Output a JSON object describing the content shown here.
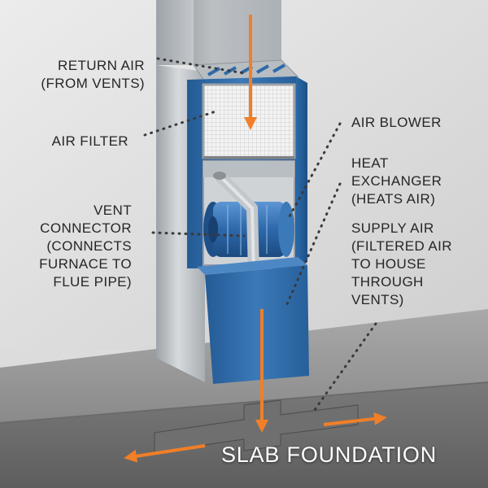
{
  "labels": {
    "return_air": "RETURN AIR\n(FROM VENTS)",
    "air_filter": "AIR FILTER",
    "vent_connector": "VENT\nCONNECTOR\n(CONNECTS\nFURNACE TO\nFLUE PIPE)",
    "air_blower": "AIR BLOWER",
    "heat_exchanger": "HEAT\nEXCHANGER\n(HEATS AIR)",
    "supply_air": "SUPPLY AIR\n(FILTERED AIR\nTO HOUSE\nTHROUGH\nVENTS)"
  },
  "title": "SLAB FOUNDATION",
  "colors": {
    "furnace_blue": "#2f6aa8",
    "airflow_arrow": "#f07f28",
    "wall": "#e0e0e0",
    "concrete": "#8e8e8e"
  }
}
